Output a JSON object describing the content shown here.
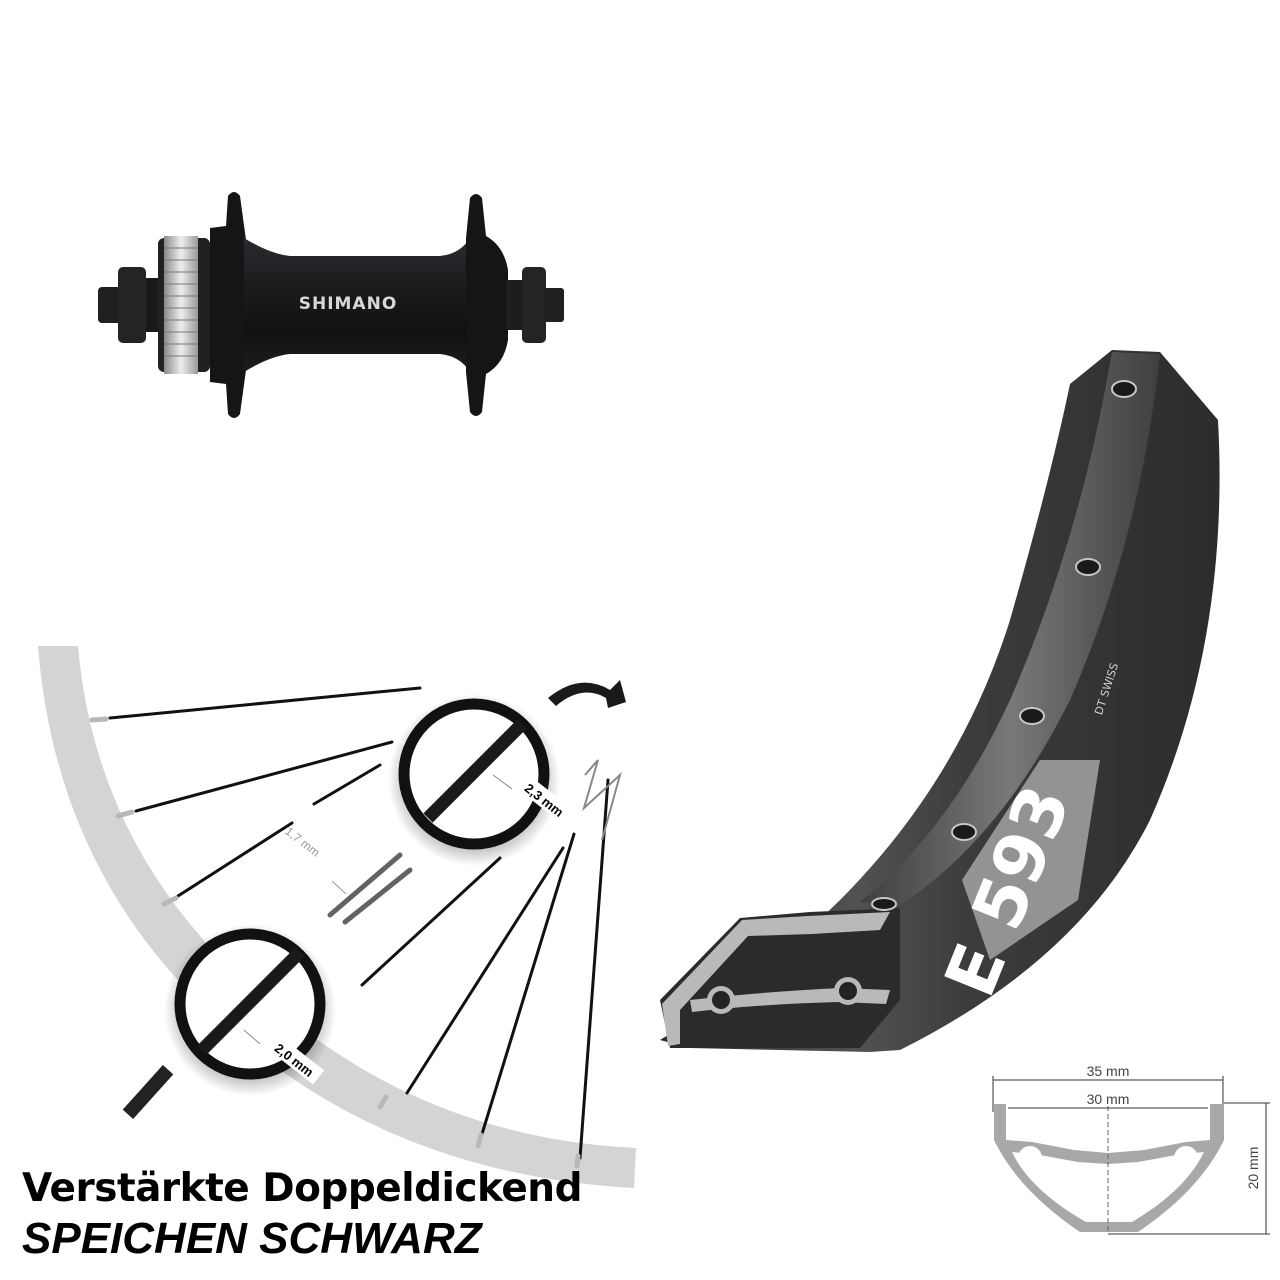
{
  "hub": {
    "brand": "SHIMANO",
    "body_color": "#17181a",
    "rotor_lock_color": "#c9c9c9"
  },
  "rim": {
    "model": "E 593",
    "maker": "DT SWISS",
    "body_color": "#3a3a3c",
    "label_color": "#9d9d9f"
  },
  "spoke_diagram": {
    "thickness_labels": {
      "outer_top": "2,3 mm",
      "middle": "1,7 mm",
      "outer_bottom": "2,0 mm"
    },
    "rim_color": "#d4d4d4",
    "spoke_color": "#111111"
  },
  "cross_section": {
    "outer_width": "35 mm",
    "inner_width": "30 mm",
    "height": "20 mm",
    "profile_color": "#a8a8a8"
  },
  "headline": {
    "line1": "Verstärkte Doppeldickend",
    "line2": "SPEICHEN SCHWARZ"
  }
}
